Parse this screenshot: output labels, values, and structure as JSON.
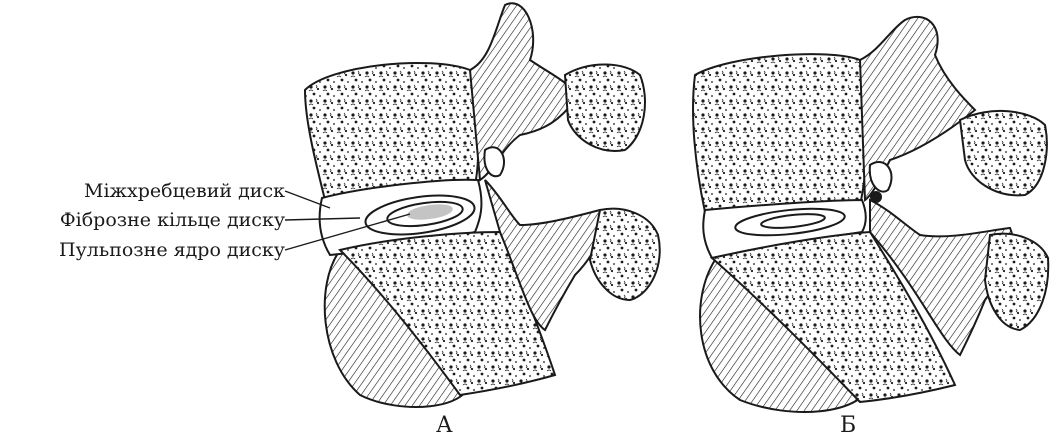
{
  "labels": {
    "intervertebral_disc": "Міжхребцевий диск",
    "annulus_fibrosus": "Фіброзне кільце диску",
    "nucleus_pulposus": "Пульпозне ядро диску"
  },
  "panels": {
    "a": "А",
    "b": "Б"
  },
  "colors": {
    "ink": "#1a1a1a",
    "paper": "#ffffff"
  }
}
